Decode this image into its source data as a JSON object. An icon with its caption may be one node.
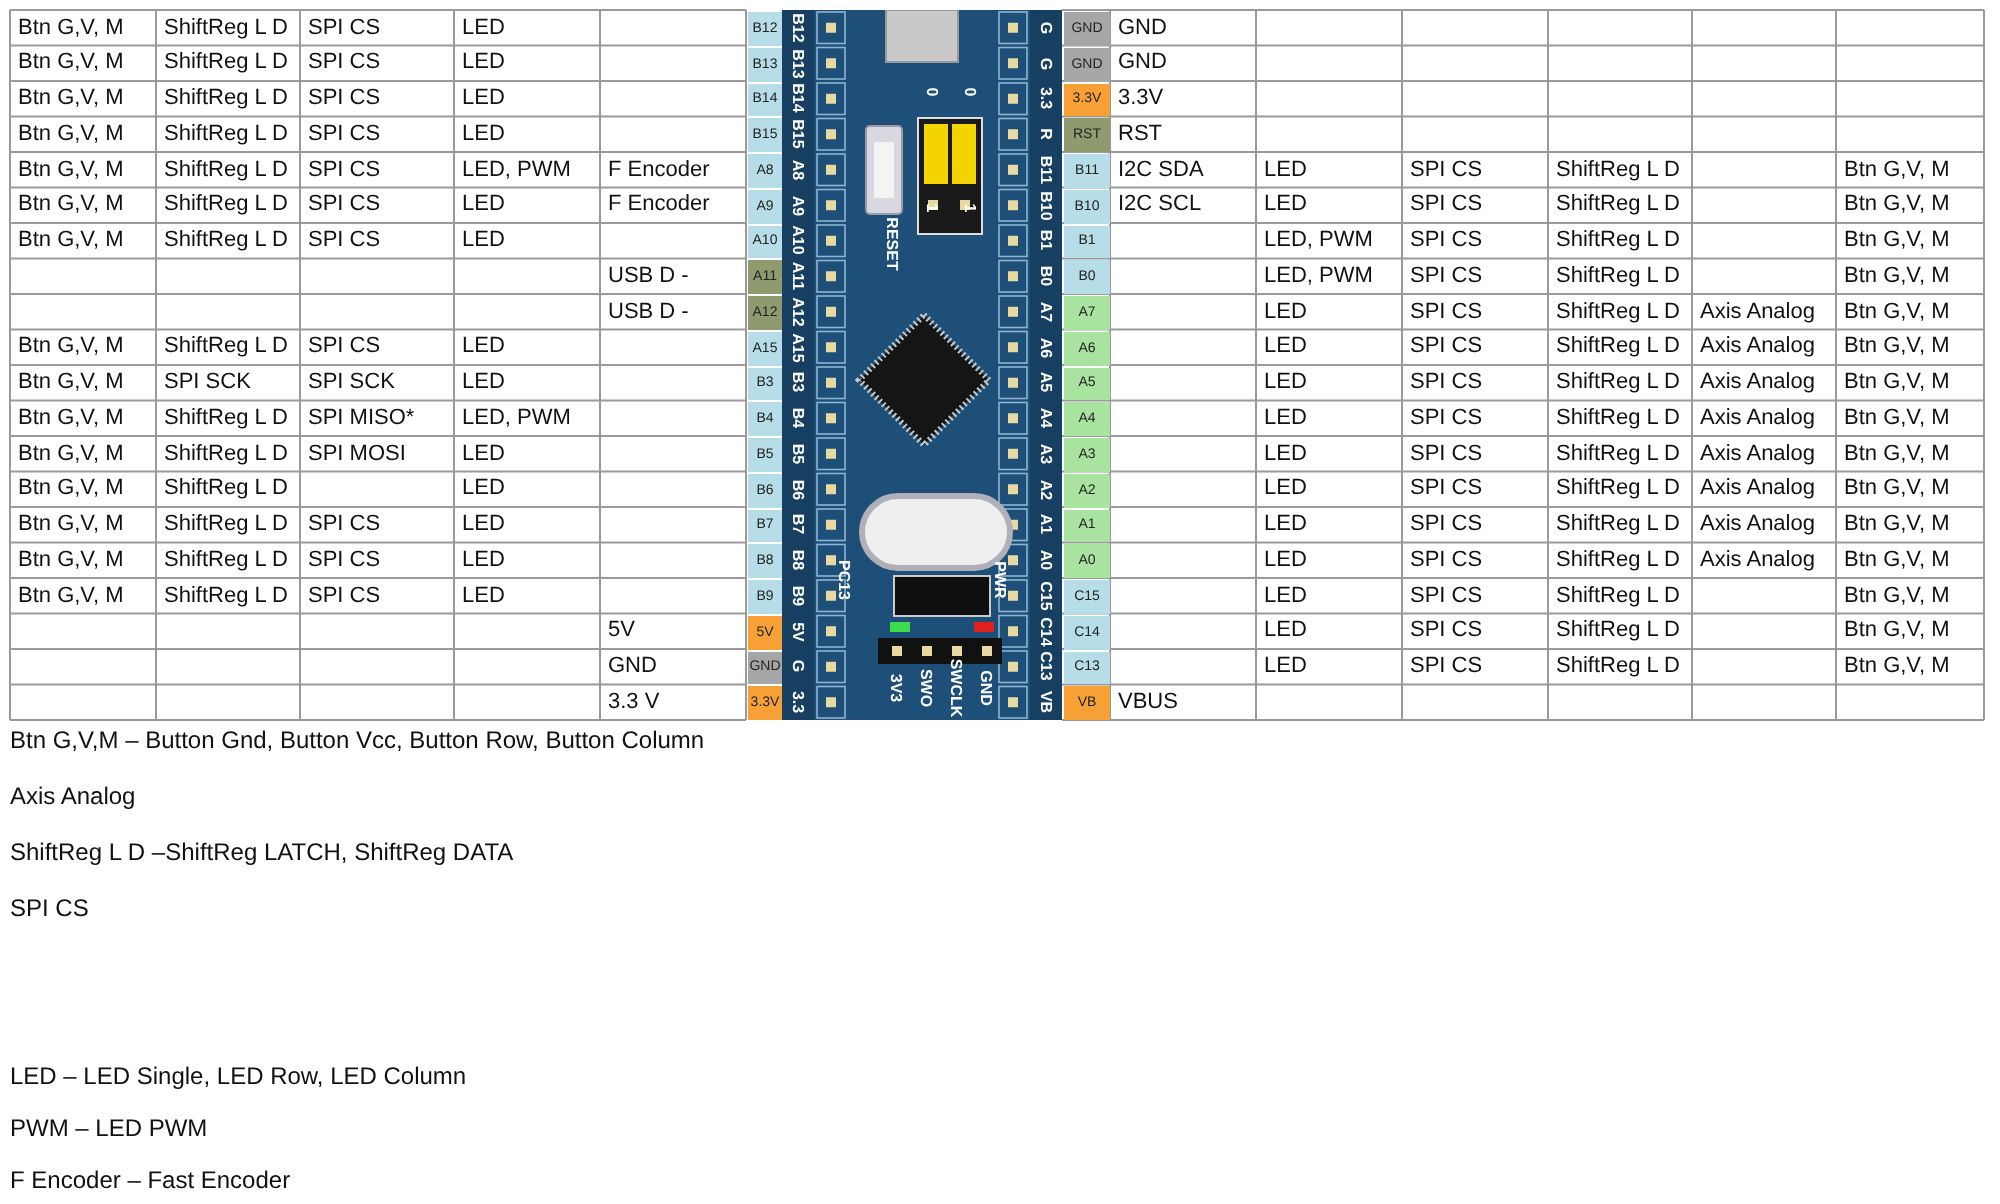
{
  "diagram": {
    "labels": [
      "Btn G,V, M",
      "ShiftReg L D",
      "SPI CS",
      "LED",
      "B12",
      "B12",
      "G",
      "GND",
      "GND",
      "Btn G,V, M",
      "ShiftReg L D",
      "SPI CS",
      "LED",
      "B13",
      "B13",
      "G",
      "GND",
      "GND",
      "Btn G,V, M",
      "ShiftReg L D",
      "SPI CS",
      "LED",
      "B14",
      "B14",
      "3.3",
      "3.3V",
      "3.3V",
      "Btn G,V, M",
      "ShiftReg L D",
      "SPI CS",
      "LED",
      "B15",
      "B15",
      "R",
      "RST",
      "RST",
      "Btn G,V, M",
      "ShiftReg L D",
      "SPI CS",
      "LED, PWM",
      "F Encoder",
      "A8",
      "A8",
      "B11",
      "B11",
      "I2C SDA",
      "LED",
      "SPI CS",
      "ShiftReg L D",
      "Btn G,V, M",
      "Btn G,V, M",
      "ShiftReg L D",
      "SPI CS",
      "LED",
      "F Encoder",
      "A9",
      "A9",
      "B10",
      "B10",
      "I2C SCL",
      "LED",
      "SPI CS",
      "ShiftReg L D",
      "Btn G,V, M",
      "Btn G,V, M",
      "ShiftReg L D",
      "SPI CS",
      "LED",
      "A10",
      "A10",
      "B1",
      "B1",
      "LED, PWM",
      "SPI CS",
      "ShiftReg L D",
      "Btn G,V, M",
      "USB D -",
      "A11",
      "A11",
      "B0",
      "B0",
      "LED, PWM",
      "SPI CS",
      "ShiftReg L D",
      "Btn G,V, M",
      "USB D -",
      "A12",
      "A12",
      "A7",
      "A7",
      "LED",
      "SPI CS",
      "ShiftReg L D",
      "Axis Analog",
      "Btn G,V, M",
      "Btn G,V, M",
      "ShiftReg L D",
      "SPI CS",
      "LED",
      "A15",
      "A15",
      "A6",
      "A6",
      "LED",
      "SPI CS",
      "ShiftReg L D",
      "Axis Analog",
      "Btn G,V, M",
      "Btn G,V, M",
      "SPI SCK",
      "SPI SCK",
      "LED",
      "B3",
      "B3",
      "A5",
      "A5",
      "LED",
      "SPI CS",
      "ShiftReg L D",
      "Axis Analog",
      "Btn G,V, M",
      "Btn G,V, M",
      "ShiftReg L D",
      "SPI MISO*",
      "LED, PWM",
      "B4",
      "B4",
      "A4",
      "A4",
      "LED",
      "SPI CS",
      "ShiftReg L D",
      "Axis Analog",
      "Btn G,V, M",
      "Btn G,V, M",
      "ShiftReg L D",
      "SPI MOSI",
      "LED",
      "B5",
      "B5",
      "A3",
      "A3",
      "LED",
      "SPI CS",
      "ShiftReg L D",
      "Axis Analog",
      "Btn G,V, M",
      "Btn G,V, M",
      "ShiftReg L D",
      "LED",
      "B6",
      "B6",
      "A2",
      "A2",
      "LED",
      "SPI CS",
      "ShiftReg L D",
      "Axis Analog",
      "Btn G,V, M",
      "Btn G,V, M",
      "ShiftReg L D",
      "SPI CS",
      "LED",
      "B7",
      "B7",
      "A1",
      "A1",
      "LED",
      "SPI CS",
      "ShiftReg L D",
      "Axis Analog",
      "Btn G,V, M",
      "Btn G,V, M",
      "ShiftReg L D",
      "SPI CS",
      "LED",
      "B8",
      "B8",
      "A0",
      "A0",
      "LED",
      "SPI CS",
      "ShiftReg L D",
      "Axis Analog",
      "Btn G,V, M",
      "Btn G,V, M",
      "ShiftReg L D",
      "SPI CS",
      "LED",
      "B9",
      "B9",
      "C15",
      "C15",
      "LED",
      "SPI CS",
      "ShiftReg L D",
      "Btn G,V, M",
      "5V",
      "5V",
      "5V",
      "C14",
      "C14",
      "LED",
      "SPI CS",
      "ShiftReg L D",
      "Btn G,V, M",
      "GND",
      "GND",
      "G",
      "C13",
      "C13",
      "LED",
      "SPI CS",
      "ShiftReg L D",
      "Btn G,V, M",
      "3.3 V",
      "3.3V",
      "3.3",
      "VB",
      "VB",
      "VBUS",
      "0",
      "0",
      "1",
      "1",
      "RESET",
      "PC13",
      "PWR",
      "3V3",
      "SWO",
      "SWCLK",
      "GND",
      "Btn G,V,M – Button Gnd, Button Vcc, Button Row, Button Column",
      "Axis Analog",
      "ShiftReg L D –ShiftReg LATCH, ShiftReg DATA",
      "SPI CS",
      "LED – LED Single, LED Row, LED Column",
      "PWM – LED PWM",
      "F Encoder – Fast Encoder"
    ]
  }
}
